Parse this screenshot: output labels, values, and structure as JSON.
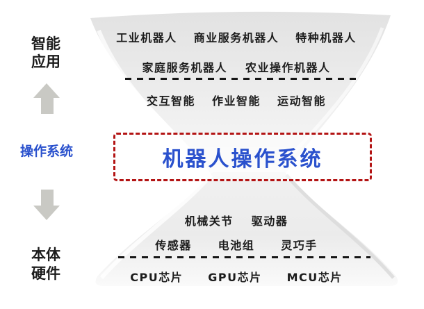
{
  "palette": {
    "accent_blue": "#2a51cd",
    "accent_red": "#b31414",
    "arrow_gray": "#c9c9c4",
    "text_black": "#1c1c1c",
    "funnel_gray": "#e9e9e9"
  },
  "left_rail": {
    "top_label": {
      "line1": "智能",
      "line2": "应用"
    },
    "middle_label": "操作系统",
    "bottom_label": {
      "line1": "本体",
      "line2": "硬件"
    }
  },
  "hourglass": {
    "top": {
      "row1": [
        "工业机器人",
        "商业服务机器人",
        "特种机器人"
      ],
      "row2": [
        "家庭服务机器人",
        "农业操作机器人"
      ],
      "row3": [
        "交互智能",
        "作业智能",
        "运动智能"
      ]
    },
    "core": {
      "title": "机器人操作系统"
    },
    "bottom": {
      "row1": [
        "机械关节",
        "驱动器"
      ],
      "row2": [
        "传感器",
        "电池组",
        "灵巧手"
      ],
      "row3": [
        "CPU芯片",
        "GPU芯片",
        "MCU芯片"
      ]
    }
  }
}
